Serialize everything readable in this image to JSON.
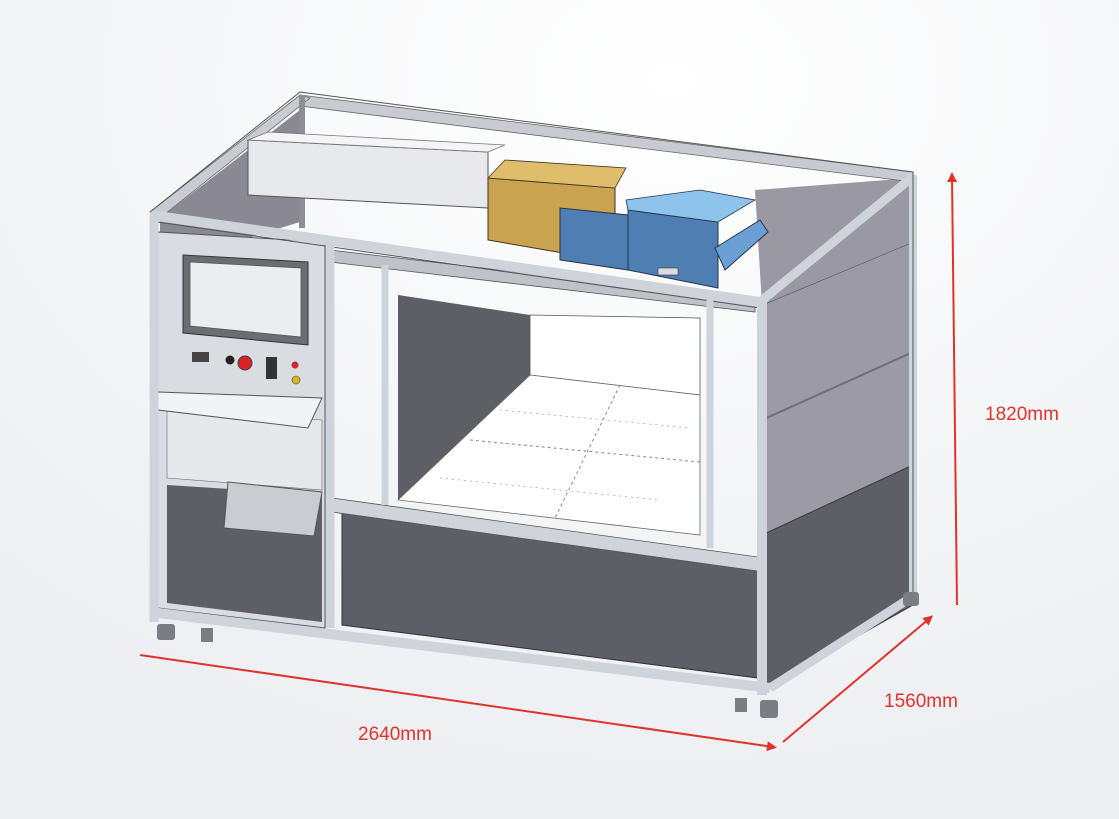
{
  "dimensions": {
    "height": "1820mm",
    "depth": "1560mm",
    "width": "2640mm"
  },
  "colors": {
    "dimension_arrow": "#e0332b",
    "frame_profile": "#cfd4da",
    "side_panel": "#9a98a3",
    "dark_panel": "#5f6066",
    "laser_head_gold": "#c9a350",
    "laser_head_blue": "#4f7fb2",
    "laser_head_light_blue": "#8ec4ec"
  }
}
